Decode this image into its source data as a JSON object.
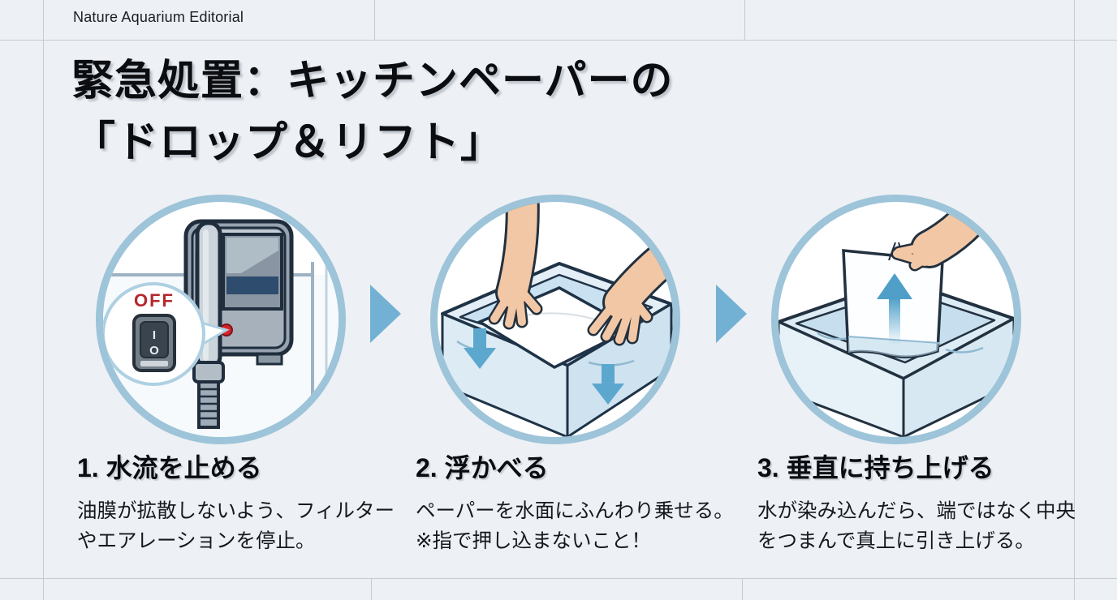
{
  "page": {
    "background_color": "#edf0f4",
    "grid_line_color": "#c6cbd2"
  },
  "header": {
    "brand": "Nature Aquarium Editorial"
  },
  "article": {
    "title_line1": "緊急処置：キッチンペーパーの",
    "title_line2": "「ドロップ＆リフト」",
    "steps": [
      {
        "heading": "1. 水流を止める",
        "body": "油膜が拡散しないよう、フィルターやエアレーションを停止。",
        "illustration": "aquarium-hang-on-filter-switched-off"
      },
      {
        "heading": "2. 浮かべる",
        "body": "ペーパーを水面にふんわり乗せる。※指で押し込まないこと！",
        "illustration": "two-hands-floating-paper-on-water"
      },
      {
        "heading": "3. 垂直に持ち上げる",
        "body": "水が染み込んだら、端ではなく中央をつまんで真上に引き上げる。",
        "illustration": "hand-lifting-wet-paper-vertically"
      }
    ]
  },
  "illustrations": {
    "filter_callout": {
      "off_label": "OFF",
      "switch_on_mark": "I",
      "switch_off_mark": "O"
    },
    "icons": {
      "step_connector": "right-pointing-triangle",
      "float_direction": "down-arrow",
      "lift_direction": "up-arrow"
    }
  },
  "colors": {
    "circle_ring": "#9dc4d9",
    "next_arrow": "#72b1d4",
    "off_red": "#b5272e",
    "water": "#c9e1f0",
    "skin": "#f2c7a5",
    "line_art": "#22313f",
    "led_red": "#d6252b"
  }
}
